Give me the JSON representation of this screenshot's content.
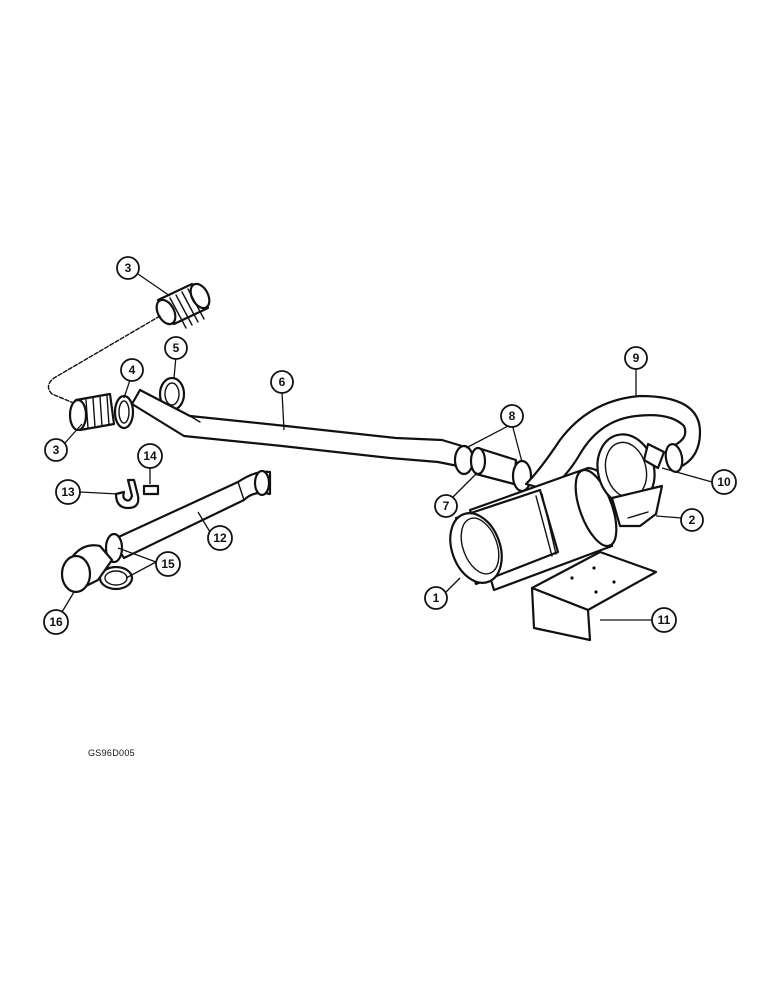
{
  "callouts": {
    "c1": "1",
    "c2": "2",
    "c3a": "3",
    "c3b": "3",
    "c4": "4",
    "c5": "5",
    "c6": "6",
    "c7": "7",
    "c8": "8",
    "c9": "9",
    "c10": "10",
    "c11": "11",
    "c12": "12",
    "c13": "13",
    "c14": "14",
    "c15": "15",
    "c16": "16"
  },
  "figure_id": "GS96D005"
}
